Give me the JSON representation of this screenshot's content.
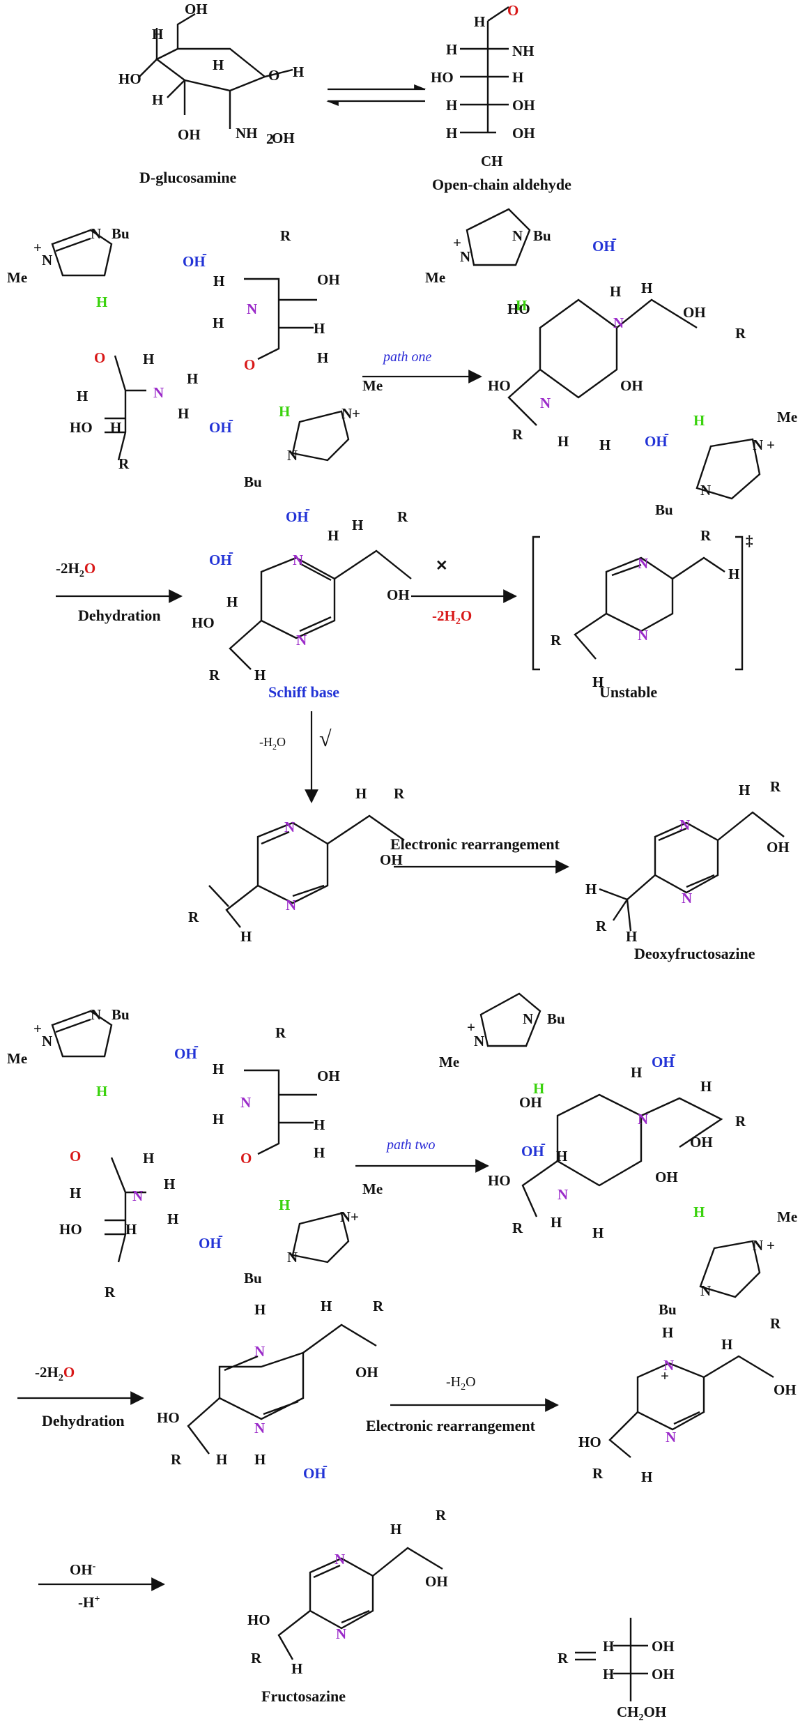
{
  "colors": {
    "nitrogen": "#9b2bc9",
    "oxygen": "#d81818",
    "acidic_hydrogen": "#3ad20d",
    "hydroxide": "#2233d6",
    "path_label": "#2a2ad6",
    "schiff_label": "#2233d6",
    "unstable_label": "#d81818",
    "check_mark": "#5fd80f",
    "cross_mark": "#d81818"
  },
  "labels": {
    "glucosamine": "D-glucosamine",
    "open_chain": "Open-chain aldehyde",
    "path_one": "path one",
    "path_two": "path two",
    "dehydration": "Dehydration",
    "minus_2h2o_a": "-2H",
    "minus_2h2o_b": "2",
    "minus_2h2o_c": "O",
    "minus_h2o_a": "-H",
    "minus_h2o_b": "2",
    "minus_h2o_c": "O",
    "schiff_base": "Schiff base",
    "unstable": "Unstable",
    "electronic_rearrangement": "Electronic rearrangement",
    "deoxyfructosazine": "Deoxyfructosazine",
    "fructosazine": "Fructosazine",
    "oh_minus": "OH",
    "minus_h_plus": "-H",
    "r_equals": "R"
  },
  "atoms": {
    "N": "N",
    "H": "H",
    "O": "O",
    "OH": "OH",
    "HO": "HO",
    "NH2": "NH",
    "Me": "Me",
    "Bu": "Bu",
    "R": "R",
    "CH2OH": "CH",
    "plus": "+",
    "minus": "-",
    "dagger": "‡",
    "cross": "✕",
    "check": "√"
  }
}
